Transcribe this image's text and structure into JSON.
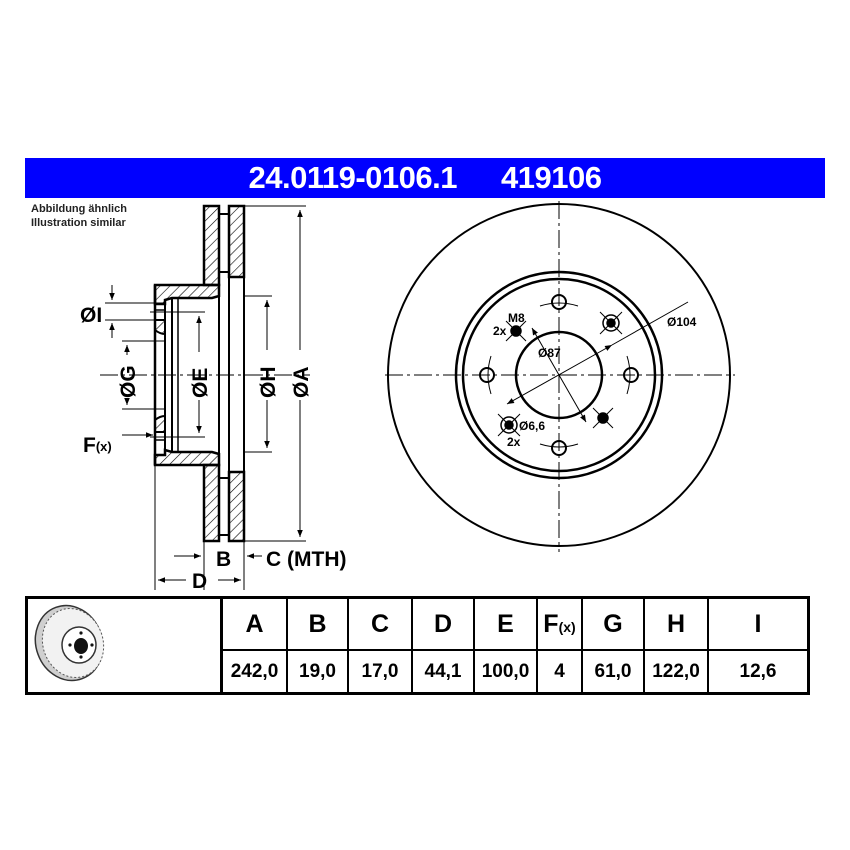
{
  "header": {
    "part_number": "24.0119-0106.1",
    "reference": "419106",
    "background_color": "#0000ff",
    "text_color": "#ffffff"
  },
  "note": {
    "line1": "Abbildung ähnlich",
    "line2": "Illustration similar"
  },
  "section_view": {
    "labels": {
      "I": "ØI",
      "G": "ØG",
      "E": "ØE",
      "H": "ØH",
      "A": "ØA",
      "F_main": "F",
      "F_sub": "(x)",
      "B": "B",
      "C": "C (MTH)",
      "D": "D"
    }
  },
  "front_view": {
    "labels": {
      "thread": "M8",
      "thread_count": "2x",
      "center_bore": "Ø87",
      "bolt_circle": "Ø104",
      "hole_dia": "Ø6,6",
      "hole_count": "2x"
    }
  },
  "table": {
    "thumbnail": "brake-disc-illustration",
    "columns": [
      {
        "key": "A",
        "label": "A",
        "value": "242,0"
      },
      {
        "key": "B",
        "label": "B",
        "value": "19,0"
      },
      {
        "key": "C",
        "label": "C",
        "value": "17,0"
      },
      {
        "key": "D",
        "label": "D",
        "value": "44,1"
      },
      {
        "key": "E",
        "label": "E",
        "value": "100,0"
      },
      {
        "key": "F",
        "label": "F",
        "label_sub": "(x)",
        "value": "4"
      },
      {
        "key": "G",
        "label": "G",
        "value": "61,0"
      },
      {
        "key": "H",
        "label": "H",
        "value": "122,0"
      },
      {
        "key": "I",
        "label": "I",
        "value": "12,6"
      }
    ]
  }
}
